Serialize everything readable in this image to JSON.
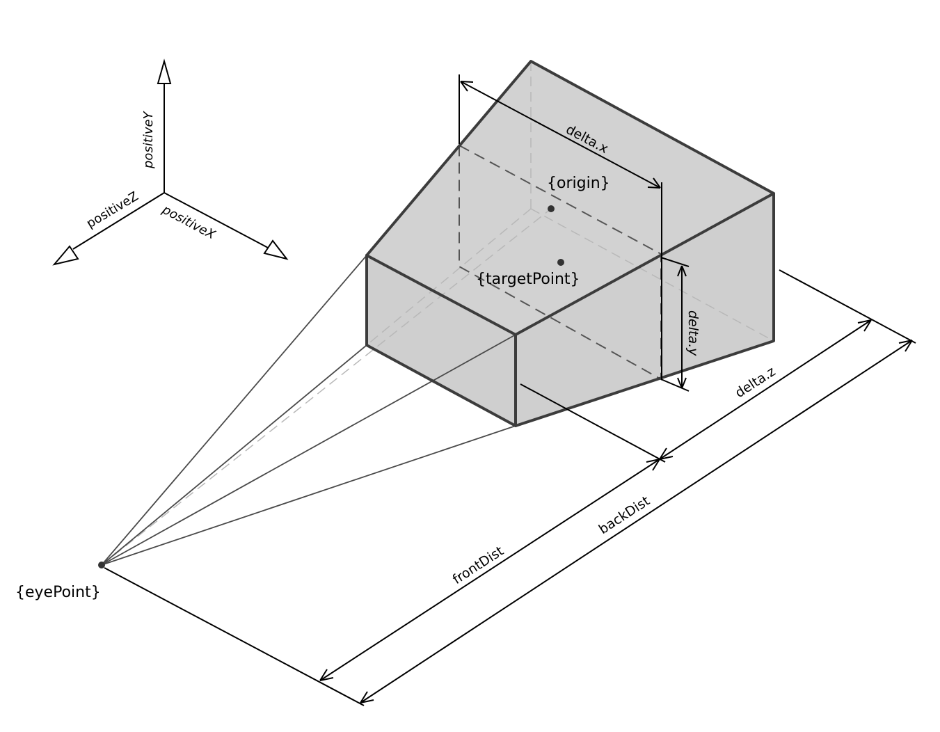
{
  "axes": {
    "y_label": "positiveY",
    "z_label": "positiveZ",
    "x_label": "positiveX"
  },
  "points": {
    "origin": "{origin}",
    "target": "{targetPoint}",
    "eye": "{eyePoint}"
  },
  "dimensions": {
    "delta_x": "delta.x",
    "delta_y": "delta.y",
    "delta_z": "delta.z",
    "front_dist": "frontDist",
    "back_dist": "backDist"
  },
  "colors": {
    "frustum_fill": "#d0d0d0",
    "edge": "#3c3c3c",
    "line": "#000000"
  }
}
